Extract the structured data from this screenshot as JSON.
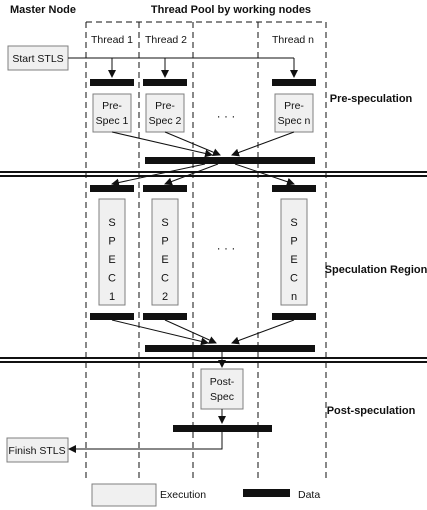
{
  "headers": {
    "master": "Master Node",
    "pool": "Thread Pool by working nodes"
  },
  "threads": [
    "Thread 1",
    "Thread 2",
    "Thread n"
  ],
  "master_nodes": {
    "start": "Start STLS",
    "finish": "Finish STLS"
  },
  "phases": {
    "pre": "Pre-speculation",
    "spec": "Speculation Region",
    "post": "Post-speculation"
  },
  "pre_spec": [
    {
      "line1": "Pre-",
      "line2": "Spec 1"
    },
    {
      "line1": "Pre-",
      "line2": "Spec 2"
    },
    {
      "line1": "Pre-",
      "line2": "Spec n"
    }
  ],
  "spec": [
    {
      "letters": "SPEC1"
    },
    {
      "letters": "SPEC2"
    },
    {
      "letters": "SPECn"
    }
  ],
  "post_spec": {
    "line1": "Post-",
    "line2": "Spec"
  },
  "ellipsis": "· · ·",
  "legend": {
    "execution": "Execution",
    "data": "Data"
  },
  "colors": {
    "box_fill": "#f0f0f0",
    "box_stroke": "#7f7f7f",
    "bar": "#111111",
    "line": "#111111"
  }
}
